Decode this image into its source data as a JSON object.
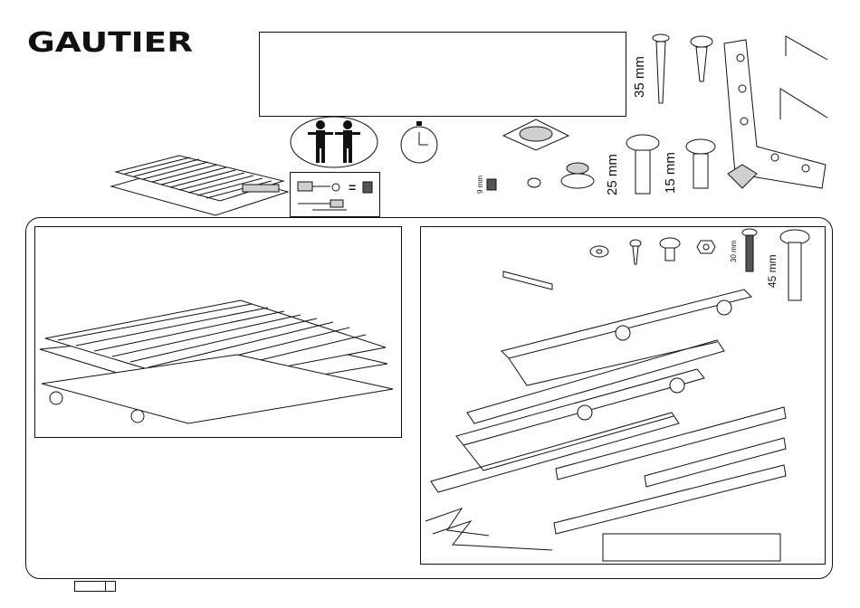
{
  "brand": {
    "name": "GAUTIER"
  },
  "dimensions": {
    "screw_35": "35 mm",
    "screw_25": "25 mm",
    "screw_15": "15 mm",
    "nut_9": "9 mm",
    "bolt_30": "30 mm",
    "bolt_45": "45 mm"
  },
  "tools": {
    "equals": "="
  },
  "icons": {
    "logo": "gautier-logo",
    "two_persons": "two-persons-icon",
    "clock": "time-clock-icon",
    "allen_key": "allen-key-icon",
    "bracket": "corner-bracket-icon"
  },
  "colors": {
    "line": "#111111",
    "background": "#ffffff",
    "fill": "#cfcfcf"
  }
}
